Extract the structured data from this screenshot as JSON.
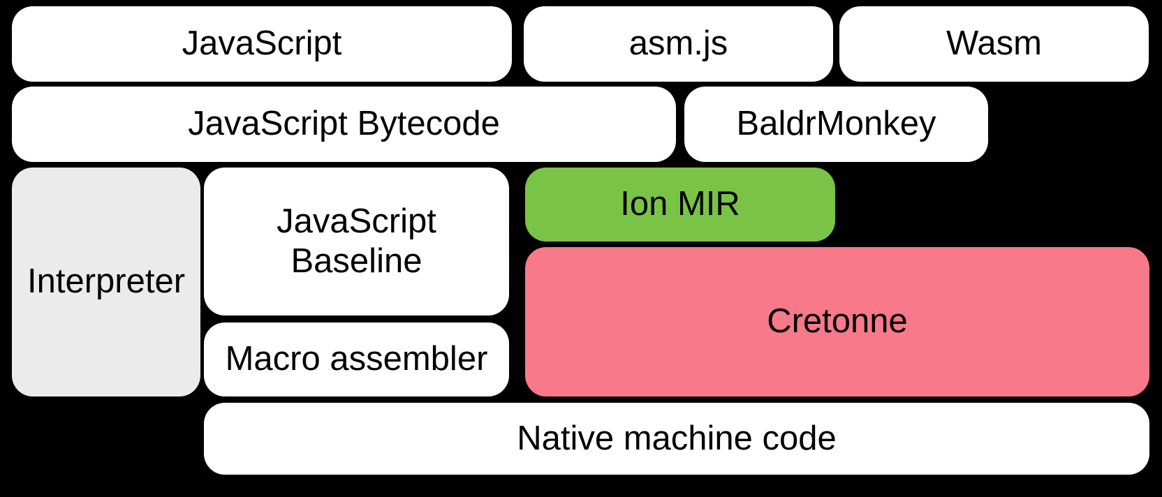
{
  "diagram": {
    "background_color": "#000000",
    "text_color": "#000000",
    "nodes": [
      {
        "id": "javascript",
        "label": "JavaScript",
        "color": "#ffffff"
      },
      {
        "id": "asm-js",
        "label": "asm.js",
        "color": "#ffffff"
      },
      {
        "id": "wasm",
        "label": "Wasm",
        "color": "#ffffff"
      },
      {
        "id": "javascript-bytecode",
        "label": "JavaScript Bytecode",
        "color": "#ffffff"
      },
      {
        "id": "baldrmonkey",
        "label": "BaldrMonkey",
        "color": "#ffffff"
      },
      {
        "id": "interpreter",
        "label": "Interpreter",
        "color": "#ebebeb"
      },
      {
        "id": "javascript-baseline",
        "label": "JavaScript\nBaseline",
        "color": "#ffffff"
      },
      {
        "id": "ion-mir",
        "label": "Ion MIR",
        "color": "#79c447"
      },
      {
        "id": "cretonne",
        "label": "Cretonne",
        "color": "#f7798a"
      },
      {
        "id": "macro-assembler",
        "label": "Macro assembler",
        "color": "#ffffff"
      },
      {
        "id": "native-machine-code",
        "label": "Native machine code",
        "color": "#ffffff"
      }
    ]
  }
}
